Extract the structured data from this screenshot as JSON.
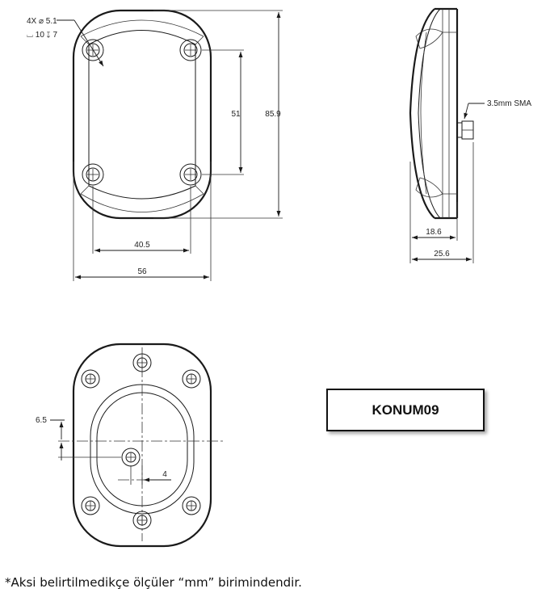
{
  "hole_callout": {
    "line1": "4X ⌀ 5.1",
    "line2": "⌴ 10 ↧ 7"
  },
  "dimensions": {
    "d_51": "51",
    "d_85_9": "85.9",
    "d_40_5": "40.5",
    "d_56": "56",
    "d_18_6": "18.6",
    "d_25_6": "25.6",
    "d_6_5": "6.5",
    "d_4": "4"
  },
  "connector_label": "3.5mm SMA",
  "product_tag": "KONUM09",
  "footnote": "*Aksi belirtilmedikçe ölçüler “mm” birimindendir."
}
